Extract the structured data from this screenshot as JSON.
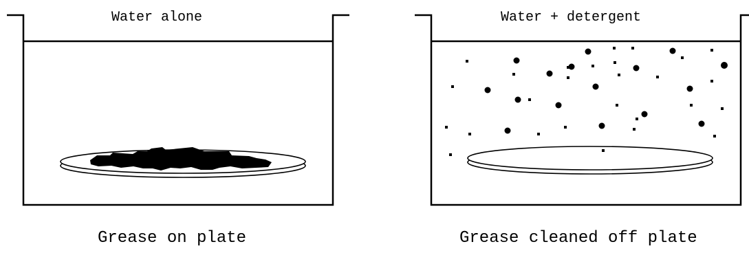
{
  "panels": [
    {
      "title": "Water alone",
      "caption": "Grease on plate"
    },
    {
      "title": "Water + detergent",
      "caption": "Grease cleaned off plate"
    }
  ],
  "colors": {
    "ink": "#000000",
    "background": "#ffffff"
  }
}
